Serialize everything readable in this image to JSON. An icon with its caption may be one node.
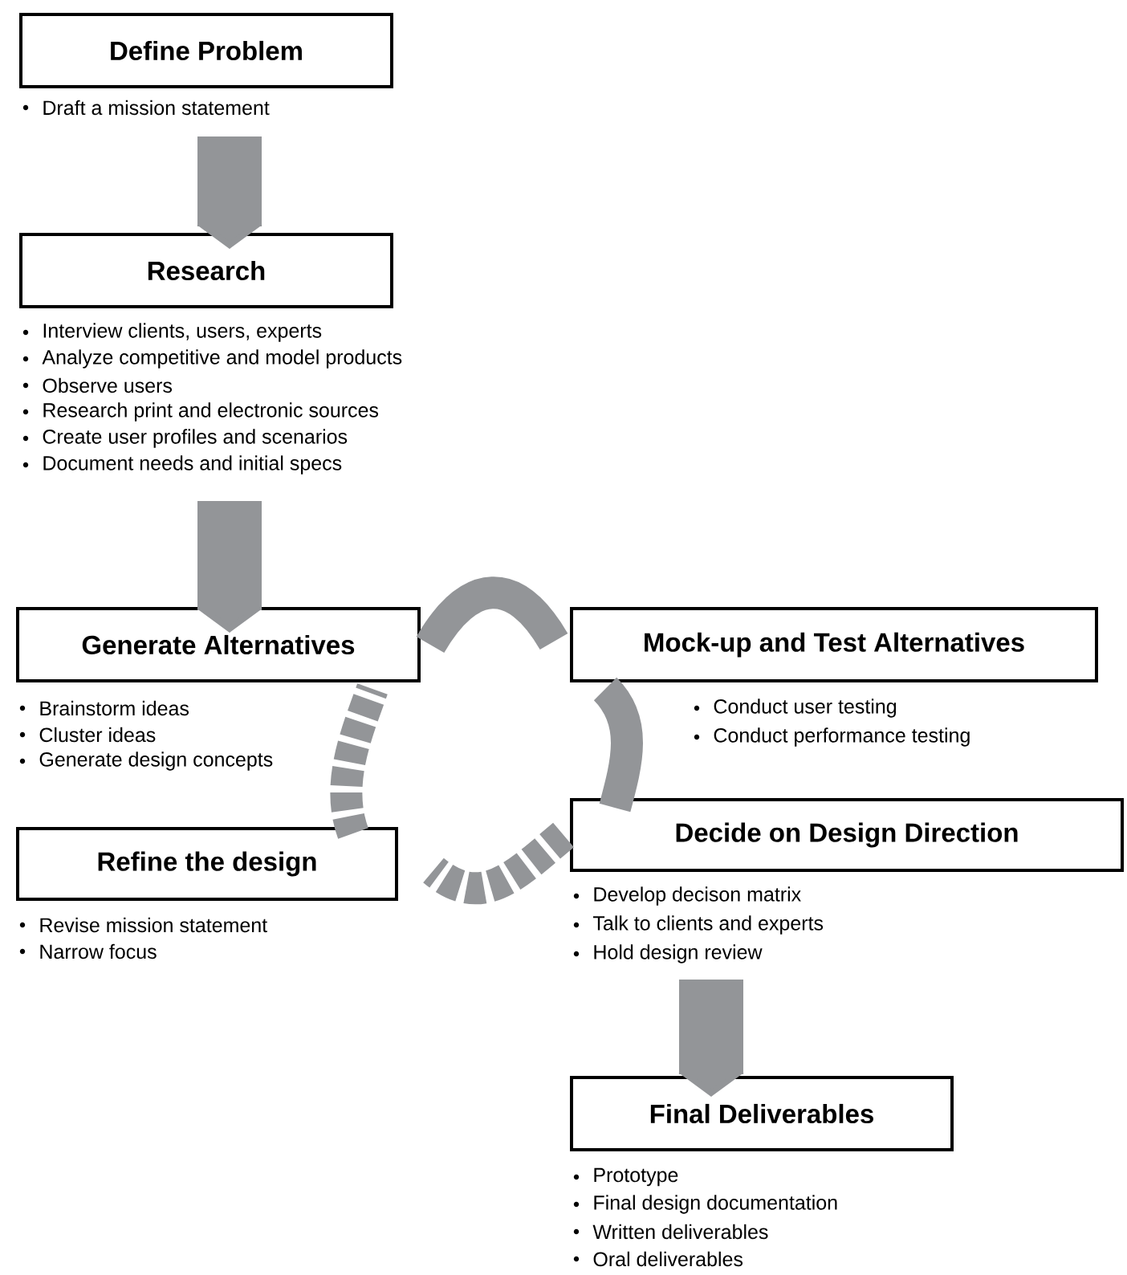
{
  "diagram": {
    "nodes": [
      {
        "text": [
          "Define Problem"
        ],
        "beside": [
          "Draft a mission statement"
        ]
      },
      {
        "text": [
          "Research"
        ],
        "beside": [
          "Interview clients, users, experts",
          "Analyze competitive and model products",
          "Observe users",
          "Research print and electronic sources",
          "Create user profiles and scenarios",
          "Document needs and initial specs"
        ]
      },
      {
        "text": [
          "Generate Alternatives"
        ],
        "beside": [
          "Brainstorm ideas",
          "Cluster ideas",
          "Generate design concepts"
        ]
      },
      {
        "text": [
          "Mock-up and Test Alternatives"
        ],
        "beside": [
          "Conduct user testing",
          "Conduct performance testing"
        ]
      },
      {
        "text": [
          "Decide on Design Direction"
        ],
        "beside": [
          "Develop decison matrix",
          "Talk to clients and experts",
          "Hold design review"
        ]
      },
      {
        "text": [
          "Refine the design"
        ],
        "beside": [
          "Revise mission statement",
          "Narrow focus"
        ]
      },
      {
        "text": [
          "Final Deliverables"
        ],
        "beside": [
          "Prototype",
          "Final design documentation",
          "Written deliverables",
          "Oral deliverables"
        ]
      }
    ],
    "edges": [
      {
        "from": 0,
        "to": 1,
        "arrow": "to",
        "style": "thick"
      },
      {
        "from": 1,
        "to": 2,
        "arrow": "to",
        "style": "thick"
      },
      {
        "from": 2,
        "to": 3,
        "arrow": "none"
      },
      {
        "from": 3,
        "to": 4,
        "arrow": "none"
      },
      {
        "from": 4,
        "to": 5,
        "arrow": "none",
        "style": "dashed"
      },
      {
        "from": 5,
        "to": 2,
        "arrow": "none",
        "style": "dashed"
      },
      {
        "from": 4,
        "to": 6,
        "arrow": "to",
        "style": "thick"
      }
    ]
  }
}
